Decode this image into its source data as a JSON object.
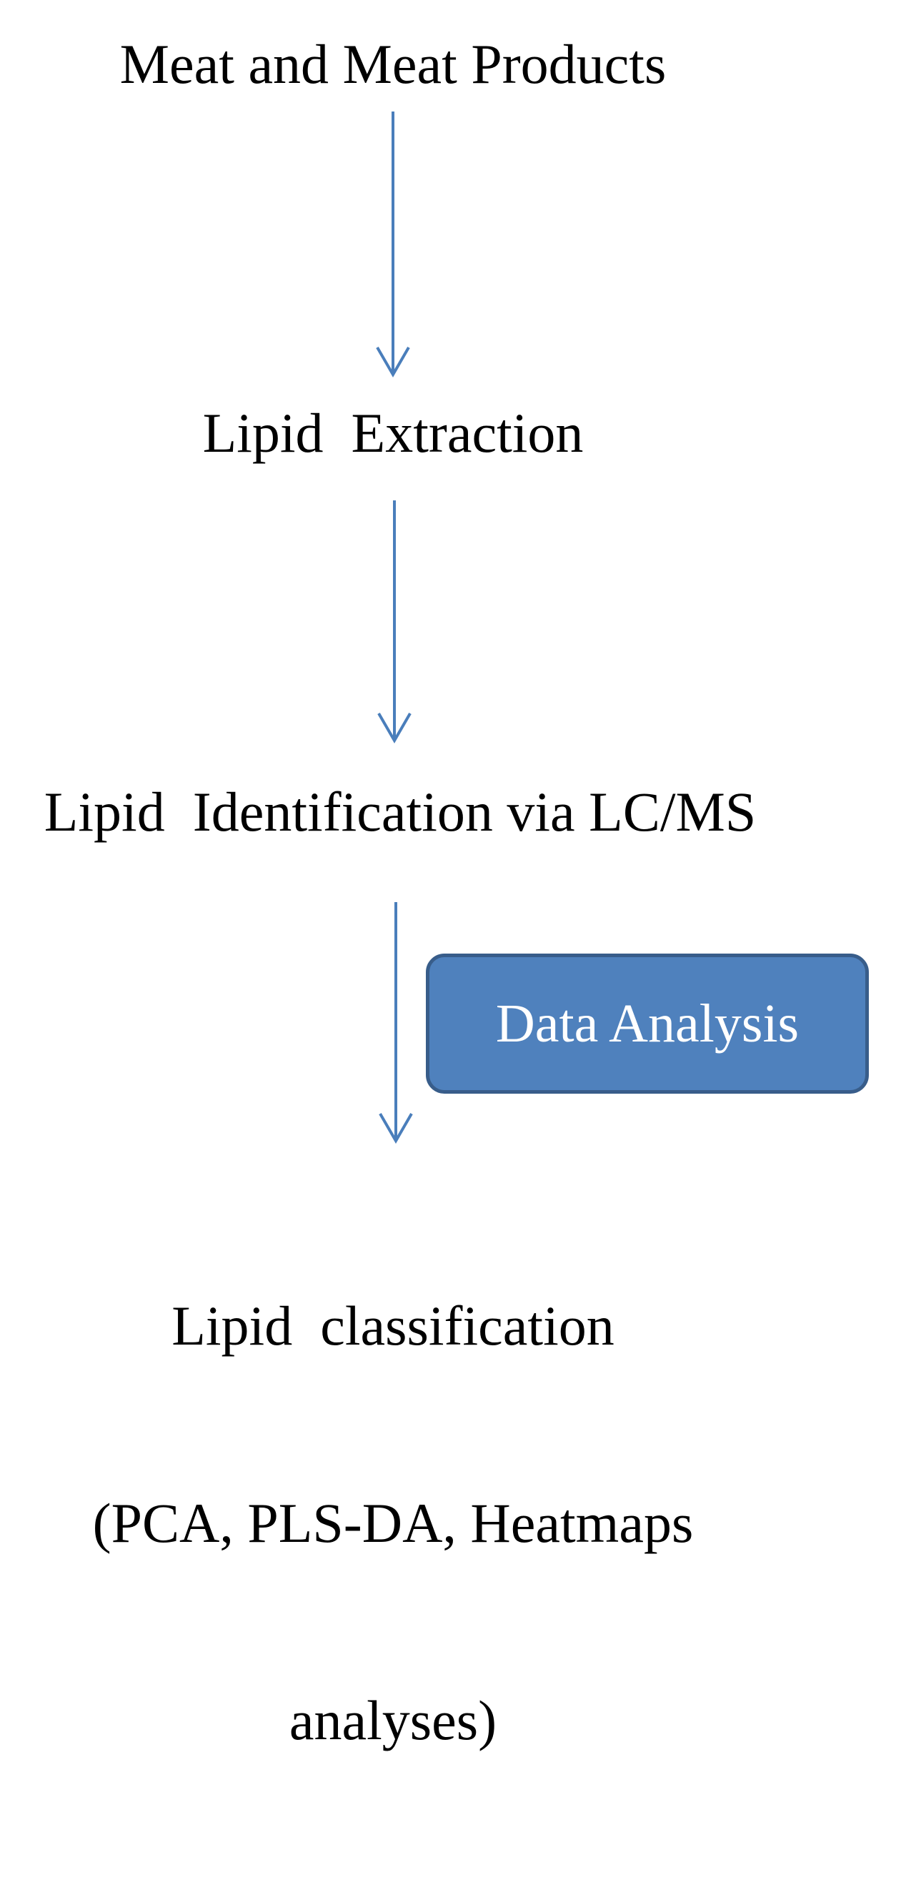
{
  "diagram": {
    "steps": [
      {
        "label": "Meat and Meat Products"
      },
      {
        "label": "Lipid  Extraction"
      },
      {
        "label": "Lipid  Identification via LC/MS"
      },
      {
        "lines": [
          "Lipid  classification",
          "(PCA, PLS-DA, Heatmaps",
          "analyses)"
        ]
      }
    ],
    "side_box": {
      "label": "Data Analysis"
    },
    "colors": {
      "arrow": "#4a7ebb",
      "box_fill": "#4f81bd",
      "box_border": "#385d8a",
      "box_text": "#ffffff",
      "text": "#000000"
    }
  }
}
